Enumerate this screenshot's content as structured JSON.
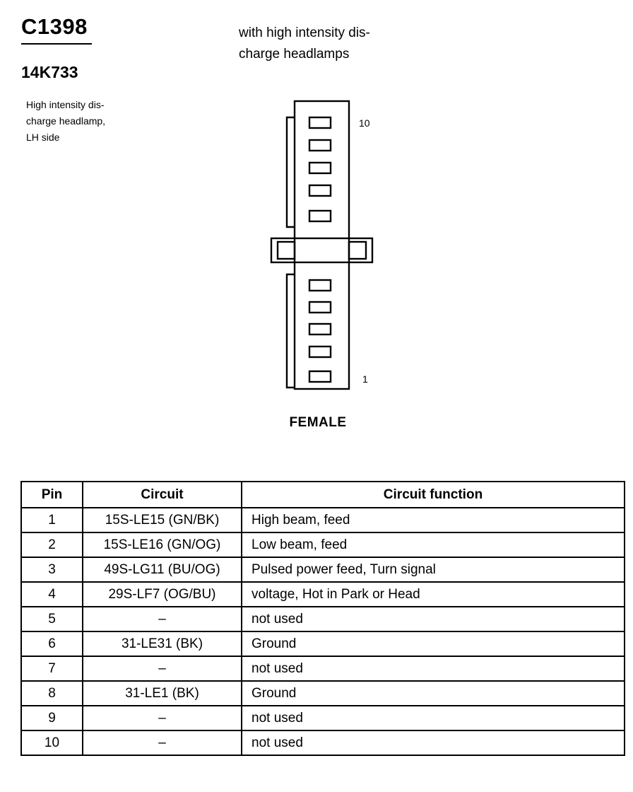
{
  "connector": {
    "id": "C1398",
    "part_number": "14K733",
    "description": "High intensity dis-\ncharge headlamp,\nLH side",
    "note": "with high intensity dis-\ncharge headlamps",
    "face_label": "FEMALE",
    "pin_label_top": "10",
    "pin_label_bottom": "1",
    "cavity_count": 10
  },
  "table": {
    "headers": {
      "pin": "Pin",
      "circuit": "Circuit",
      "function": "Circuit function"
    },
    "rows": [
      {
        "pin": "1",
        "circuit": "15S-LE15 (GN/BK)",
        "function": "High beam, feed"
      },
      {
        "pin": "2",
        "circuit": "15S-LE16 (GN/OG)",
        "function": "Low beam, feed"
      },
      {
        "pin": "3",
        "circuit": "49S-LG11 (BU/OG)",
        "function": "Pulsed power feed, Turn signal"
      },
      {
        "pin": "4",
        "circuit": "29S-LF7 (OG/BU)",
        "function": "voltage, Hot in Park or Head"
      },
      {
        "pin": "5",
        "circuit": "–",
        "function": "not used"
      },
      {
        "pin": "6",
        "circuit": "31-LE31 (BK)",
        "function": "Ground"
      },
      {
        "pin": "7",
        "circuit": "–",
        "function": "not used"
      },
      {
        "pin": "8",
        "circuit": "31-LE1 (BK)",
        "function": "Ground"
      },
      {
        "pin": "9",
        "circuit": "–",
        "function": "not used"
      },
      {
        "pin": "10",
        "circuit": "–",
        "function": "not used"
      }
    ]
  }
}
